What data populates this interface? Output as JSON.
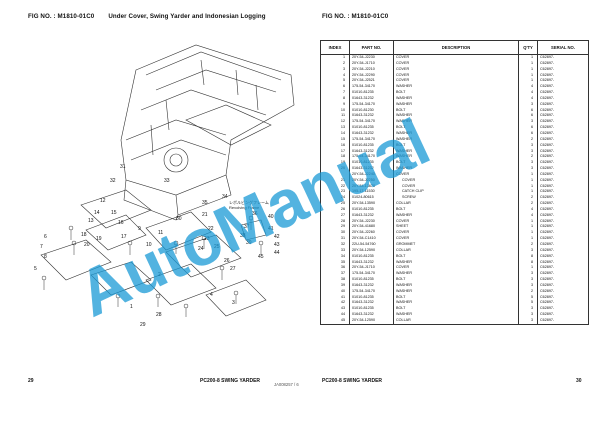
{
  "header": {
    "left_fig_label": "FIG NO.  :  M1810-01C0",
    "left_title": "Under Cover, Swing Yarder and Indonesian Logging",
    "right_fig_label": "FIG NO.  :  M1810-01C0"
  },
  "diagram": {
    "note_lines": [
      "レボルビングフレーム",
      "Revolving Frame"
    ],
    "drawing_code": "JA008257 / 6",
    "callouts": [
      "1",
      "2",
      "3",
      "4",
      "5",
      "6",
      "7",
      "8",
      "9",
      "10",
      "11",
      "12",
      "13",
      "14",
      "15",
      "16",
      "17",
      "18",
      "19",
      "20",
      "21",
      "22",
      "23",
      "24",
      "25",
      "26",
      "27",
      "28",
      "29",
      "30",
      "31",
      "32",
      "33",
      "34",
      "35",
      "36",
      "37",
      "38",
      "39",
      "40",
      "41",
      "42",
      "43",
      "44",
      "45"
    ]
  },
  "table": {
    "headers": {
      "index": "INDEX",
      "part_no": "PART NO.",
      "description": "DESCRIPTION",
      "qty": "Q'TY",
      "serial": "SERIAL NO."
    },
    "rows": [
      {
        "index": "1",
        "part": "20Y-54-J2230",
        "desc": "COVER",
        "qty": "1",
        "serial": "C62897-"
      },
      {
        "index": "2",
        "part": "20Y-54-J1710",
        "desc": "COVER",
        "qty": "1",
        "serial": "C62897-"
      },
      {
        "index": "3",
        "part": "20Y-54-J2210",
        "desc": "COVER",
        "qty": "1",
        "serial": "C62897-"
      },
      {
        "index": "4",
        "part": "20Y-54-J2290",
        "desc": "COVER",
        "qty": "1",
        "serial": "C62897-"
      },
      {
        "index": "5",
        "part": "20Y-54-J2521",
        "desc": "COVER",
        "qty": "1",
        "serial": "C62897-"
      },
      {
        "index": "6",
        "part": "175-54-34170",
        "desc": "WASHER",
        "qty": "4",
        "serial": "C62897-"
      },
      {
        "index": "7",
        "part": "01010-81235",
        "desc": "BOLT",
        "qty": "4",
        "serial": "C62897-"
      },
      {
        "index": "8",
        "part": "01643-31232",
        "desc": "WASHER",
        "qty": "4",
        "serial": "C62897-"
      },
      {
        "index": "9",
        "part": "175-54-34170",
        "desc": "WASHER",
        "qty": "3",
        "serial": "C62897-"
      },
      {
        "index": "10",
        "part": "01010-81230",
        "desc": "BOLT",
        "qty": "6",
        "serial": "C62897-"
      },
      {
        "index": "11",
        "part": "01643-31232",
        "desc": "WASHER",
        "qty": "6",
        "serial": "C62897-"
      },
      {
        "index": "12",
        "part": "175-54-34170",
        "desc": "WASHER",
        "qty": "3",
        "serial": "C62897-"
      },
      {
        "index": "13",
        "part": "01010-81235",
        "desc": "BOLT",
        "qty": "6",
        "serial": "C62897-"
      },
      {
        "index": "14",
        "part": "01643-31232",
        "desc": "WASHER",
        "qty": "6",
        "serial": "C62897-"
      },
      {
        "index": "15",
        "part": "175-54-34170",
        "desc": "WASHER",
        "qty": "2",
        "serial": "C62897-"
      },
      {
        "index": "16",
        "part": "01010-81235",
        "desc": "BOLT",
        "qty": "3",
        "serial": "C62897-"
      },
      {
        "index": "17",
        "part": "01643-31232",
        "desc": "WASHER",
        "qty": "3",
        "serial": "C62897-"
      },
      {
        "index": "18",
        "part": "175-54-34170",
        "desc": "WASHER",
        "qty": "2",
        "serial": "C62897-"
      },
      {
        "index": "19",
        "part": "01010-81235",
        "desc": "BOLT",
        "qty": "3",
        "serial": "C62897-"
      },
      {
        "index": "20",
        "part": "01643-31232",
        "desc": "WASHER",
        "qty": "3",
        "serial": "C62897-"
      },
      {
        "index": "",
        "part": "20Y-54-J2240",
        "desc": "COVER",
        "qty": "1",
        "serial": "C62897-"
      },
      {
        "index": "21",
        "part": "20Y-54-J2250",
        "desc": "COVER",
        "qty": "1",
        "serial": "C62897-",
        "indent": true
      },
      {
        "index": "22",
        "part": "20Y-54-13670",
        "desc": "COVER",
        "qty": "1",
        "serial": "C62897-",
        "indent": true
      },
      {
        "index": "23",
        "part": "195-17-11530",
        "desc": "CATCH CLIP",
        "qty": "1",
        "serial": "C62897-",
        "indent": true
      },
      {
        "index": "24",
        "part": "01024-80615",
        "desc": "SCREW",
        "qty": "2",
        "serial": "C62897-",
        "indent": true
      },
      {
        "index": "25",
        "part": "20Y-54-13590",
        "desc": "COLLAR",
        "qty": "2",
        "serial": "C62897-"
      },
      {
        "index": "26",
        "part": "01010-81235",
        "desc": "BOLT",
        "qty": "4",
        "serial": "C62897-"
      },
      {
        "index": "27",
        "part": "01643-31232",
        "desc": "WASHER",
        "qty": "4",
        "serial": "C62897-"
      },
      {
        "index": "28",
        "part": "20Y-54-J2230",
        "desc": "COVER",
        "qty": "1",
        "serial": "C62897-"
      },
      {
        "index": "29",
        "part": "20Y-54-41680",
        "desc": "SHEET",
        "qty": "1",
        "serial": "C62897-"
      },
      {
        "index": "30",
        "part": "20Y-54-J2260",
        "desc": "COVER",
        "qty": "1",
        "serial": "C62897-"
      },
      {
        "index": "31",
        "part": "20Y-54-C1410",
        "desc": "COVER",
        "qty": "1",
        "serial": "C62897-"
      },
      {
        "index": "32",
        "part": "22U-54-54760",
        "desc": "GROMMET",
        "qty": "2",
        "serial": "C62897-"
      },
      {
        "index": "33",
        "part": "20Y-54-12590",
        "desc": "COLLAR",
        "qty": "3",
        "serial": "C62897-"
      },
      {
        "index": "34",
        "part": "01010-81235",
        "desc": "BOLT",
        "qty": "8",
        "serial": "C62897-"
      },
      {
        "index": "35",
        "part": "01643-31232",
        "desc": "WASHER",
        "qty": "8",
        "serial": "C62897-"
      },
      {
        "index": "36",
        "part": "20Y-54-J1710",
        "desc": "COVER",
        "qty": "1",
        "serial": "C62897-"
      },
      {
        "index": "37",
        "part": "175-54-34170",
        "desc": "WASHER",
        "qty": "3",
        "serial": "C62897-"
      },
      {
        "index": "38",
        "part": "01010-81235",
        "desc": "BOLT",
        "qty": "3",
        "serial": "C62897-"
      },
      {
        "index": "39",
        "part": "01643-31232",
        "desc": "WASHER",
        "qty": "3",
        "serial": "C62897-"
      },
      {
        "index": "40",
        "part": "175-54-34170",
        "desc": "WASHER",
        "qty": "2",
        "serial": "C62897-"
      },
      {
        "index": "41",
        "part": "01010-81235",
        "desc": "BOLT",
        "qty": "5",
        "serial": "C62897-"
      },
      {
        "index": "42",
        "part": "01643-31232",
        "desc": "WASHER",
        "qty": "5",
        "serial": "C62897-"
      },
      {
        "index": "43",
        "part": "01010-81235",
        "desc": "BOLT",
        "qty": "3",
        "serial": "C62897-"
      },
      {
        "index": "44",
        "part": "01643-31232",
        "desc": "WASHER",
        "qty": "3",
        "serial": "C62897-"
      },
      {
        "index": "45",
        "part": "20Y-54-12590",
        "desc": "COLLAR",
        "qty": "3",
        "serial": "C62897-"
      }
    ]
  },
  "footer": {
    "left_page": "29",
    "left_model": "PC200-8 SWING YARDER",
    "right_model": "PC200-8 SWING YARDER",
    "right_page": "30"
  },
  "watermark": {
    "text": "AutoManual",
    "color": "#1a9ad6"
  }
}
